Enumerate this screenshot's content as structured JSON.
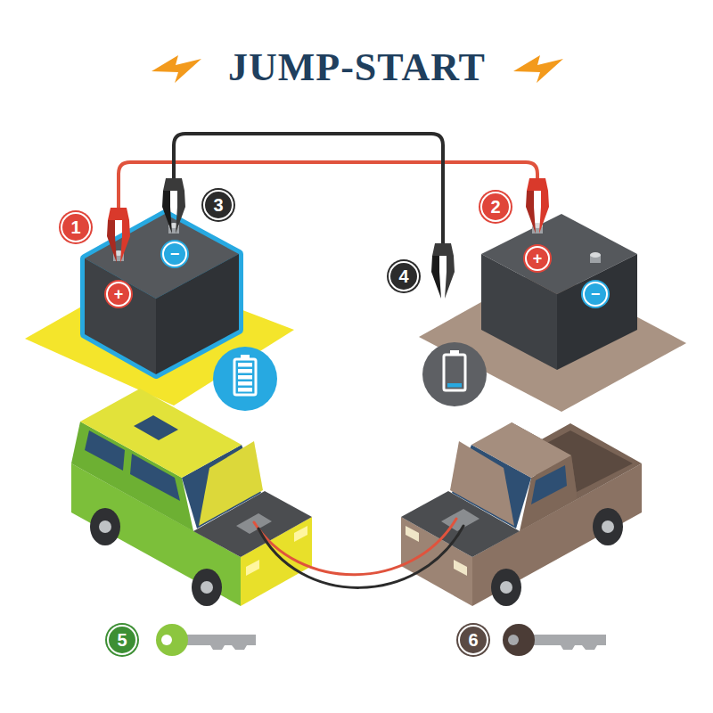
{
  "diagram": {
    "title": "JUMP-START",
    "labels": [
      "1",
      "2",
      "3",
      "4",
      "5",
      "6",
      "+",
      "−",
      "+",
      "−"
    ]
  }
}
